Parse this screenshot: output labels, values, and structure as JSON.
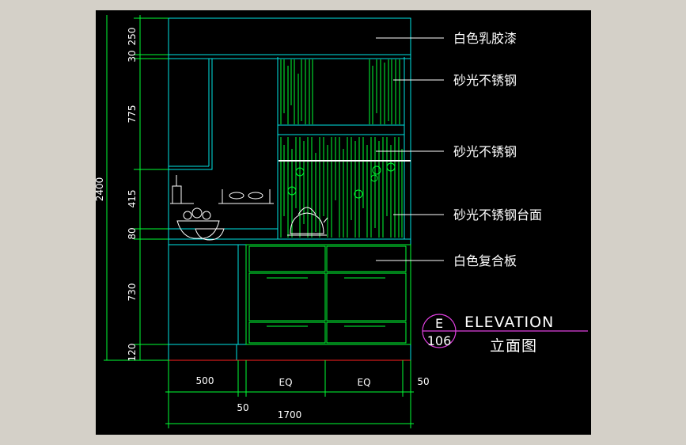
{
  "drawing": {
    "vertical_dims": [
      "250",
      "30",
      "775",
      "415",
      "80",
      "730",
      "120"
    ],
    "overall_height": "2400",
    "horizontal_dims": [
      "500",
      "EQ",
      "EQ",
      "50"
    ],
    "bottom_extra": "50",
    "overall_width": "1700",
    "callouts": [
      "白色乳胶漆",
      "砂光不锈钢",
      "砂光不锈钢",
      "砂光不锈钢台面",
      "白色复合板"
    ],
    "title": {
      "code_top": "E",
      "code_bottom": "106",
      "main": "ELEVATION",
      "sub": "立面图"
    }
  }
}
